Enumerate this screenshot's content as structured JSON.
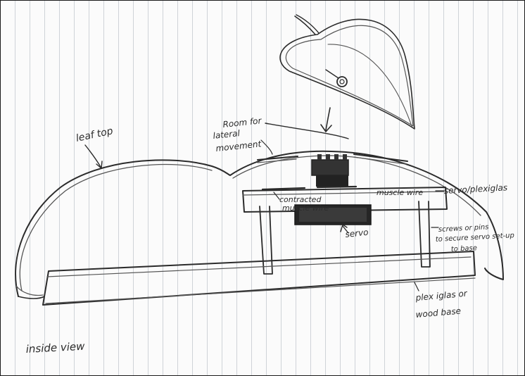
{
  "labels": {
    "leaf_top": "leaf top",
    "room_line1": "Room for",
    "room_line2": "lateral",
    "room_line3": "movement",
    "contracted_wire_line1": "contracted",
    "contracted_wire_line2": "muscle wire",
    "muscle_wire": "muscle wire",
    "servo_plexiglass": "servo/plexiglas",
    "screws_line1": "screws or pins",
    "screws_line2": "to secure servo set-up",
    "screws_line3": "to base",
    "servo": "servo",
    "base_line1": "plex iglas or",
    "base_line2": "wood base",
    "view_caption": "inside view"
  },
  "colors": {
    "ink": "#2b2b2b",
    "paper": "#fbfbfb",
    "grid_line": "#cfd3d8"
  }
}
